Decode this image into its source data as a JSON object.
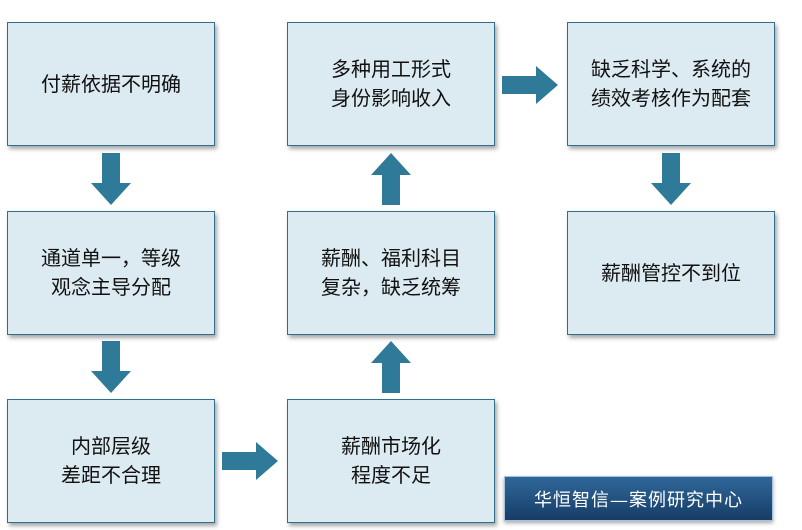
{
  "nodes": {
    "n1": "付薪依据不明确",
    "n2": "通道单一，等级\n观念主导分配",
    "n3": "内部层级\n差距不合理",
    "n4": "薪酬市场化\n程度不足",
    "n5": "薪酬、福利科目\n复杂，缺乏统筹",
    "n6": "多种用工形式\n身份影响收入",
    "n7": "缺乏科学、系统的\n绩效考核作为配套",
    "n8": "薪酬管控不到位"
  },
  "logo": "华恒智信—案例研究中心",
  "colors": {
    "box_fill": "#dceaf1",
    "box_border": "#2f6f8a",
    "arrow": "#2e7a98",
    "logo_bg": "#1f4f80"
  }
}
